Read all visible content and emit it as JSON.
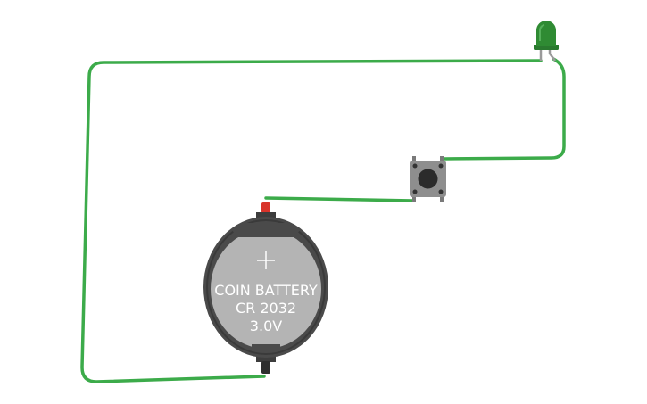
{
  "battery": {
    "line1": "COIN BATTERY",
    "line2": "CR 2032",
    "line3": "3.0V",
    "plus_symbol": "+"
  },
  "colors": {
    "wire": "#3cab4a",
    "led": "#2f8b33",
    "battery_body": "#4a4a4a",
    "battery_face": "#b4b4b4",
    "positive_terminal": "#d9342b",
    "button_body": "#8e8e8e"
  },
  "components": [
    "coin-battery",
    "pushbutton",
    "led"
  ]
}
